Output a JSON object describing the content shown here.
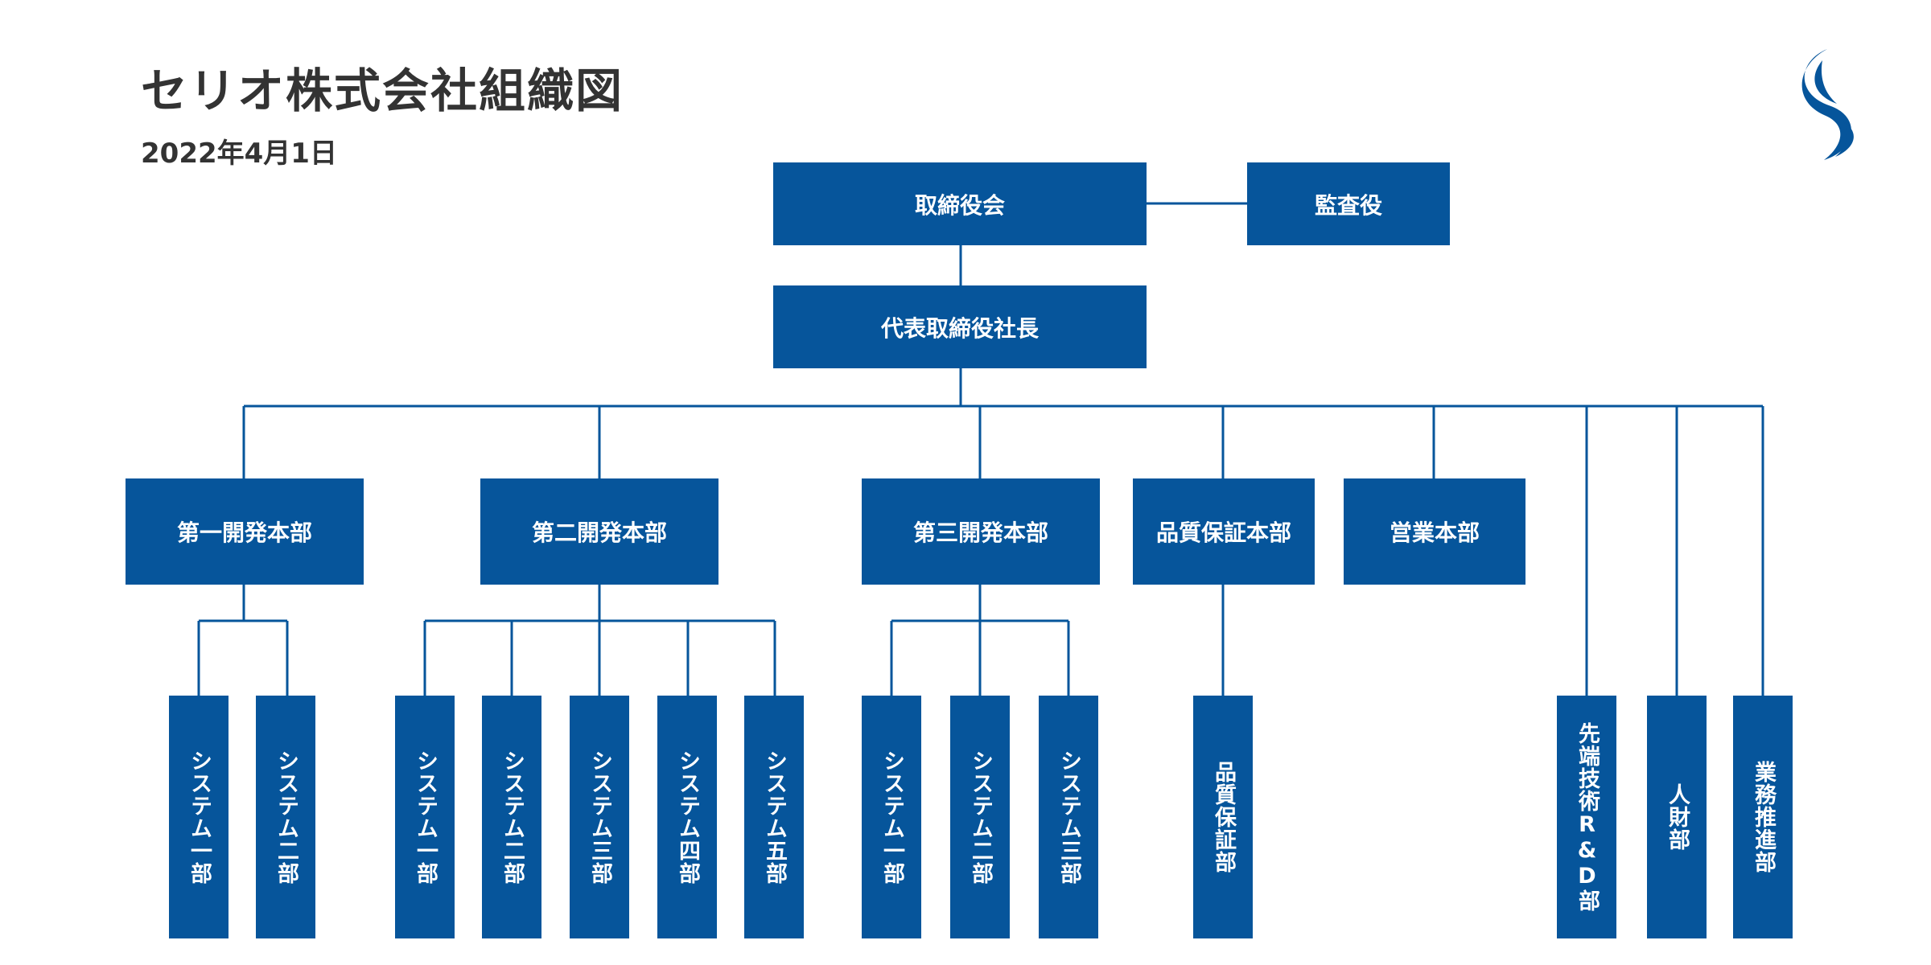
{
  "header": {
    "title": "セリオ株式会社組織図",
    "date": "2022年4月1日"
  },
  "colors": {
    "box": "#06559b",
    "line": "#06559b",
    "text": "#333333"
  },
  "org": {
    "board": "取締役会",
    "auditor": "監査役",
    "president": "代表取締役社長",
    "div1": {
      "name": "第一開発本部",
      "units": [
        "システム一部",
        "システム二部"
      ]
    },
    "div2": {
      "name": "第二開発本部",
      "units": [
        "システム一部",
        "システム二部",
        "システム三部",
        "システム四部",
        "システム五部"
      ]
    },
    "div3": {
      "name": "第三開発本部",
      "units": [
        "システム一部",
        "システム二部",
        "システム三部"
      ]
    },
    "qa": {
      "name": "品質保証本部",
      "units": [
        "品質保証部"
      ]
    },
    "sales": {
      "name": "営業本部"
    },
    "staff": [
      "先端技術R&D部",
      "人財部",
      "業務推進部"
    ]
  }
}
